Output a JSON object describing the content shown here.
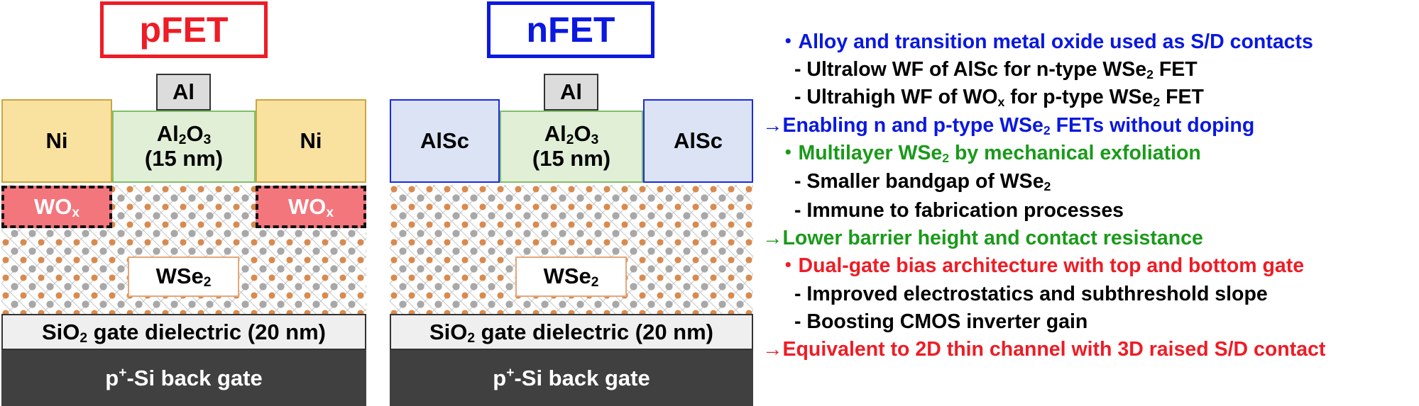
{
  "colors": {
    "pfet": "#ee1c25",
    "nfet": "#0a18e0",
    "green": "#1a9a1a",
    "ni_fill": "#f9e2a0",
    "alsc_fill": "#dbe3f4",
    "al2o3_fill": "#e0efd6",
    "wox_fill": "#f3767d",
    "gate_fill": "#404040"
  },
  "pfet": {
    "title": "pFET",
    "top_metal": "Al",
    "left_contact": "Ni",
    "right_contact": "Ni",
    "oxide": "Al",
    "oxide_sub1": "2",
    "oxide_mid": "O",
    "oxide_sub2": "3",
    "oxide_thickness": "(15 nm)",
    "interlayer": "WO",
    "interlayer_sub": "x",
    "channel": "WSe",
    "channel_sub": "2",
    "dielectric_pre": "SiO",
    "dielectric_sub": "2",
    "dielectric_post": " gate dielectric (20 nm)",
    "gate_pre": "p",
    "gate_sup": "+",
    "gate_post": "-Si back gate"
  },
  "nfet": {
    "title": "nFET",
    "top_metal": "Al",
    "left_contact": "AlSc",
    "right_contact": "AlSc",
    "oxide": "Al",
    "oxide_sub1": "2",
    "oxide_mid": "O",
    "oxide_sub2": "3",
    "oxide_thickness": "(15 nm)",
    "channel": "WSe",
    "channel_sub": "2",
    "dielectric_pre": "SiO",
    "dielectric_sub": "2",
    "dielectric_post": " gate dielectric (20 nm)",
    "gate_pre": "p",
    "gate_sup": "+",
    "gate_post": "-Si back gate"
  },
  "bullets": {
    "bullet_mark": "・",
    "arrow_mark": "→",
    "alloy_header": "Alloy and transition metal oxide used as S/D contacts",
    "alsc_pre": "- Ultralow WF of AlSc for n-type WSe",
    "alsc_sub": "2",
    "alsc_post": " FET",
    "wox_pre": "- Ultrahigh WF of WO",
    "wox_sub": "x",
    "wox_mid": " for p-type WSe",
    "wox_sub2": "2",
    "wox_post": " FET",
    "enabling_pre": "Enabling n and p-type WSe",
    "enabling_sub": "2",
    "enabling_post": " FETs without doping",
    "multilayer_pre": "Multilayer WSe",
    "multilayer_sub": "2",
    "multilayer_post": " by mechanical exfoliation",
    "bandgap_pre": "- Smaller bandgap of WSe",
    "bandgap_sub": "2",
    "immune": "- Immune to fabrication processes",
    "barrier": "Lower barrier height and contact resistance",
    "dualgate": "Dual-gate bias architecture with top and bottom gate",
    "electro": "- Improved electrostatics and subthreshold slope",
    "boosting": "- Boosting CMOS inverter gain",
    "equivalent": "Equivalent to 2D thin channel with 3D raised S/D contact"
  }
}
